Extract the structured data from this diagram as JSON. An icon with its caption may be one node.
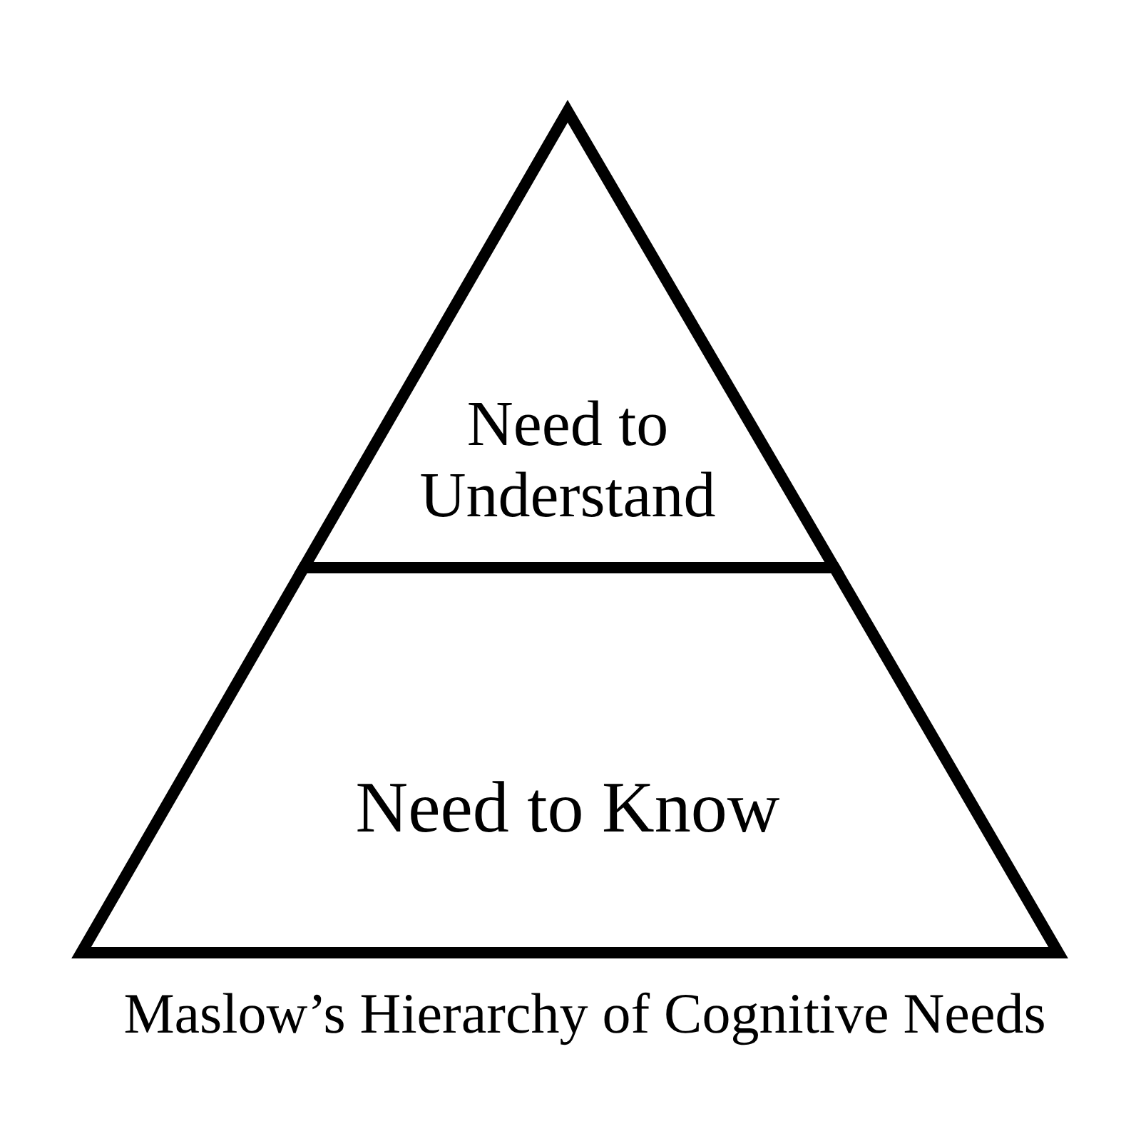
{
  "diagram": {
    "caption": "Maslow’s Hierarchy of Cognitive Needs",
    "nodes": [
      {
        "text": [
          "Need to Understand"
        ]
      },
      {
        "text": [
          "Need to Know"
        ]
      }
    ]
  }
}
